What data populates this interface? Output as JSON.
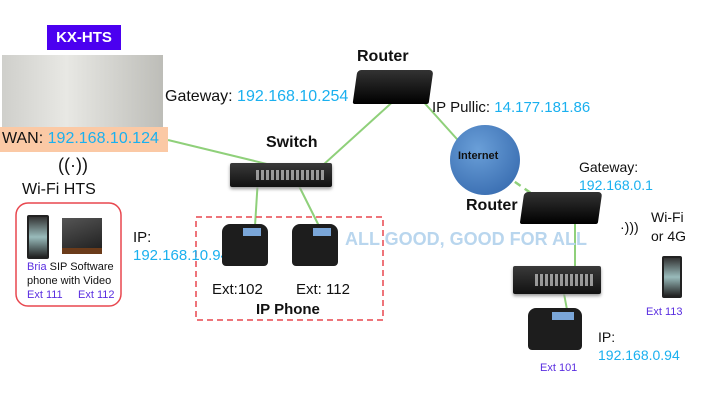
{
  "watermark": "ALL GOOD, GOOD FOR ALL",
  "pbx": {
    "title": "KX-HTS",
    "wan_label": "WAN:",
    "wan_ip": "192.168.10.124",
    "gateway_label": "Gateway:",
    "gateway_ip": "192.168.10.254"
  },
  "wifi_hts": {
    "label": "Wi-Fi HTS",
    "softphone_brand": "Bria",
    "softphone_text1": "SIP Software",
    "softphone_text2": "phone with Video",
    "ext_phone": "Ext 111",
    "ext_laptop": "Ext 112"
  },
  "router_main": {
    "label": "Router",
    "public_label": "IP Pullic:",
    "public_ip": "14.177.181.86"
  },
  "internet": {
    "label": "Internet"
  },
  "switch_main": {
    "label": "Switch"
  },
  "ip_phones": {
    "ip_label": "IP:",
    "ip": "192.168.10.94",
    "ext1": "Ext:102",
    "ext2": "Ext: 112",
    "group_label": "IP Phone"
  },
  "remote": {
    "router_label": "Router",
    "gateway_label": "Gateway:",
    "gateway_ip": "192.168.0.1",
    "wifi_label1": "Wi-Fi",
    "wifi_label2": "or 4G",
    "mobile_ext": "Ext 113",
    "phone_ext": "Ext 101",
    "ip_label": "IP:",
    "ip": "192.168.0.94"
  },
  "colors": {
    "title_bg": "#4b00f0",
    "wan_bg": "#fbc9a5",
    "ip_text": "#1ab0ef",
    "ext_text": "#5a2ee0",
    "link": "#8fd07a",
    "box_border": "#e8474f"
  }
}
